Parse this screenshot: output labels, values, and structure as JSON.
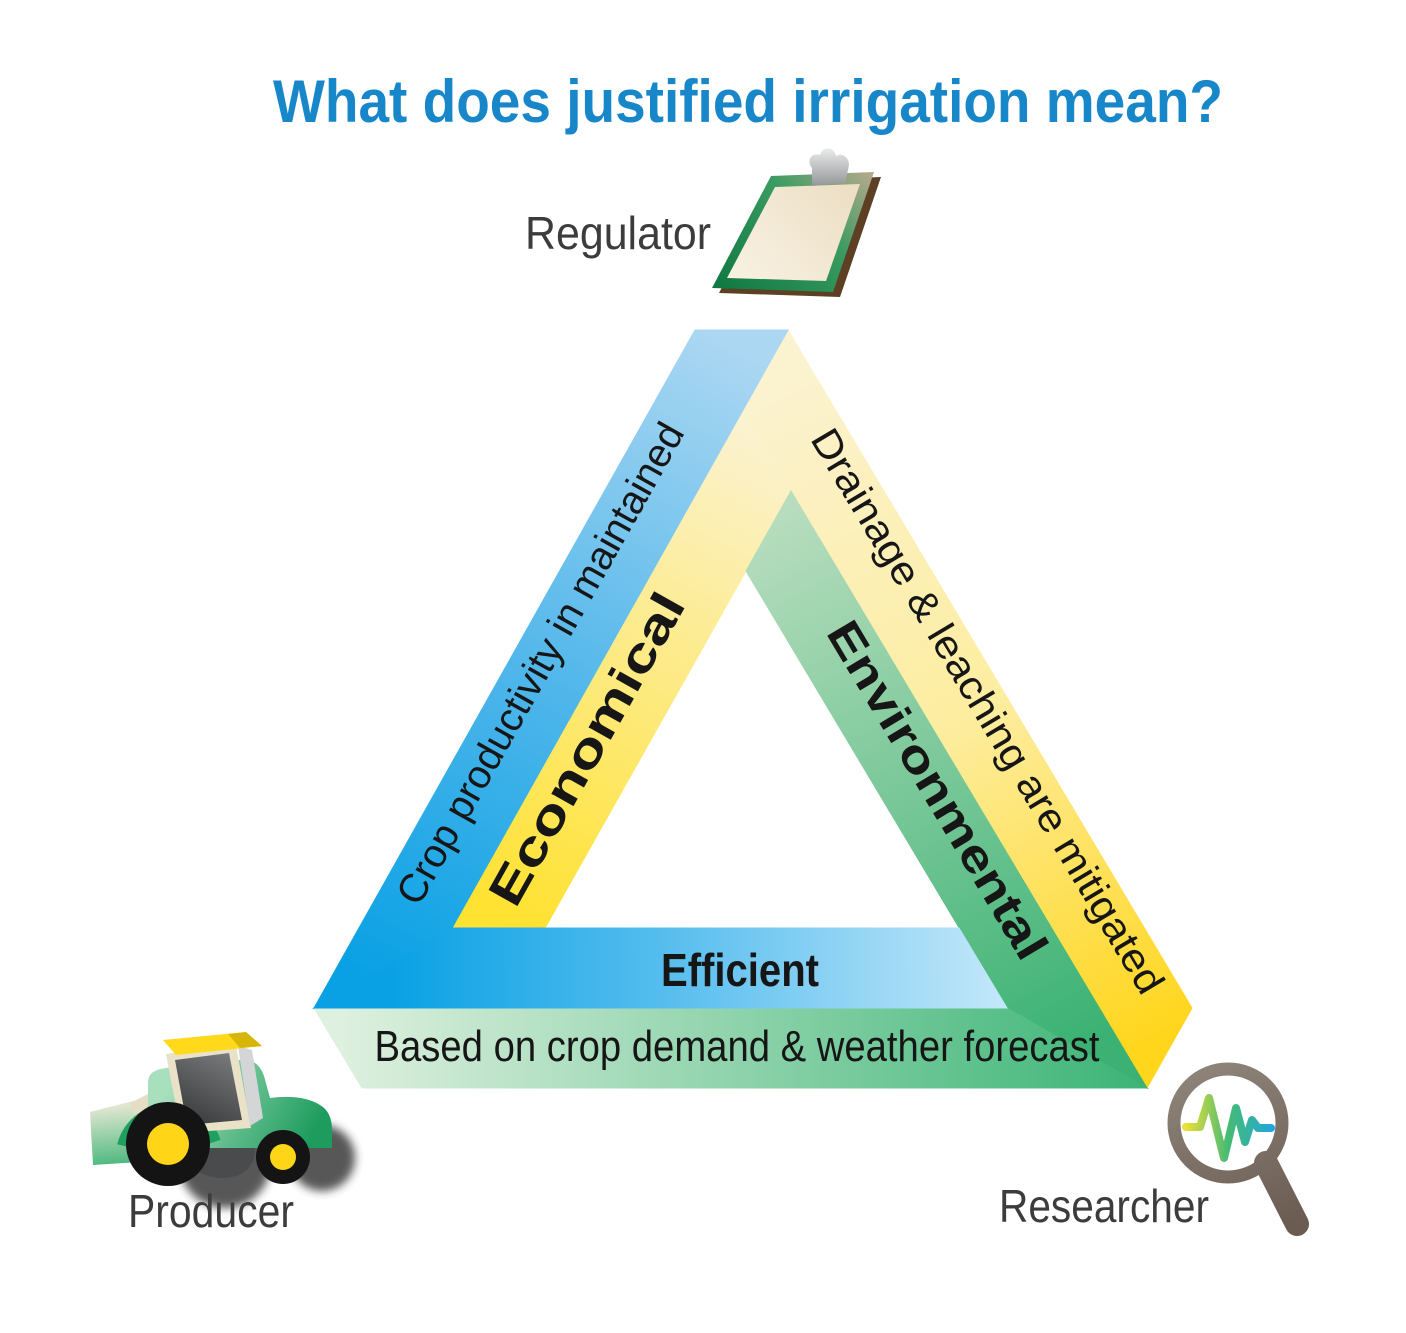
{
  "title": {
    "text": "What does justified irrigation mean?",
    "color": "#1787c9"
  },
  "stakeholders": {
    "regulator": {
      "label": "Regulator",
      "icon": "clipboard-icon"
    },
    "producer": {
      "label": "Producer",
      "icon": "tractor-icon"
    },
    "researcher": {
      "label": "Researcher",
      "icon": "magnifying-glass-icon"
    }
  },
  "triangle": {
    "type": "penrose-impossible-triangle",
    "sides": [
      {
        "position": "left",
        "principle": "Economical",
        "outcome": "Crop productivity in maintained",
        "outer_band": {
          "color_start": "#abd7f2",
          "color_end": "#09a1e4"
        },
        "inner_band": {
          "color_start": "#fbf2cf",
          "color_end": "#ffe232"
        }
      },
      {
        "position": "right",
        "principle": "Environmental",
        "outcome": "Drainage & leaching are mitigated",
        "outer_band": {
          "color_start": "#fbf2cf",
          "color_end": "#ffd61c"
        },
        "inner_band": {
          "color_start": "#b7ddbe",
          "color_end": "#3bb273"
        }
      },
      {
        "position": "bottom",
        "principle": "Efficient",
        "outcome": "Based on crop demand & weather forecast",
        "outer_band": {
          "color_start": "#def0df",
          "color_end": "#3db577"
        },
        "inner_band": {
          "color_start": "#09a1e4",
          "color_end": "#c2e7fa"
        }
      }
    ]
  },
  "label_color": "#3c3c3c",
  "band_text_color": "#161616"
}
